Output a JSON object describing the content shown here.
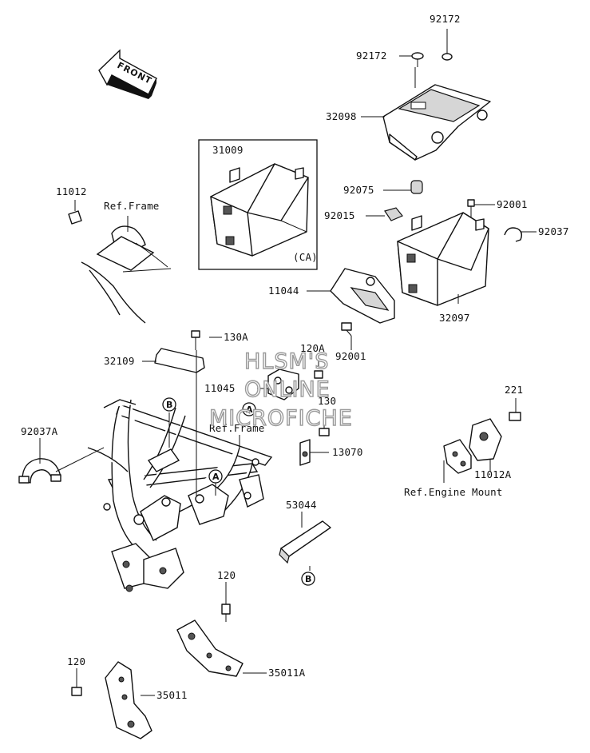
{
  "direction_arrow": {
    "label": "FRONT",
    "icon": "front-arrow-icon"
  },
  "inset": {
    "part": "31009",
    "variant": "(CA)"
  },
  "callouts": [
    {
      "id": "p92172a",
      "text": "92172"
    },
    {
      "id": "p92172b",
      "text": "92172"
    },
    {
      "id": "p32098",
      "text": "32098"
    },
    {
      "id": "p31009",
      "text": "31009"
    },
    {
      "id": "p11012",
      "text": "11012"
    },
    {
      "id": "refframe1",
      "text": "Ref.Frame"
    },
    {
      "id": "p92075",
      "text": "92075"
    },
    {
      "id": "p92001a",
      "text": "92001"
    },
    {
      "id": "p92015",
      "text": "92015"
    },
    {
      "id": "p92037",
      "text": "92037"
    },
    {
      "id": "p11044",
      "text": "11044"
    },
    {
      "id": "p32097",
      "text": "32097"
    },
    {
      "id": "p130A",
      "text": "130A"
    },
    {
      "id": "p120A",
      "text": "120A"
    },
    {
      "id": "p32109",
      "text": "32109"
    },
    {
      "id": "p92001b",
      "text": "92001"
    },
    {
      "id": "p11045",
      "text": "11045"
    },
    {
      "id": "p130",
      "text": "130"
    },
    {
      "id": "p221",
      "text": "221"
    },
    {
      "id": "p92037A",
      "text": "92037A"
    },
    {
      "id": "refframe2",
      "text": "Ref.Frame"
    },
    {
      "id": "p13070",
      "text": "13070"
    },
    {
      "id": "p11012A",
      "text": "11012A"
    },
    {
      "id": "refengine",
      "text": "Ref.Engine Mount"
    },
    {
      "id": "p53044",
      "text": "53044"
    },
    {
      "id": "p120a",
      "text": "120"
    },
    {
      "id": "p35011A",
      "text": "35011A"
    },
    {
      "id": "p120b",
      "text": "120"
    },
    {
      "id": "p35011",
      "text": "35011"
    }
  ],
  "markers": [
    {
      "id": "m1",
      "text": "B"
    },
    {
      "id": "m2",
      "text": "A"
    },
    {
      "id": "m3",
      "text": "A"
    },
    {
      "id": "m4",
      "text": "B"
    }
  ],
  "watermark": [
    "HLSM'S",
    "ONLINE",
    "MICROFICHE"
  ]
}
